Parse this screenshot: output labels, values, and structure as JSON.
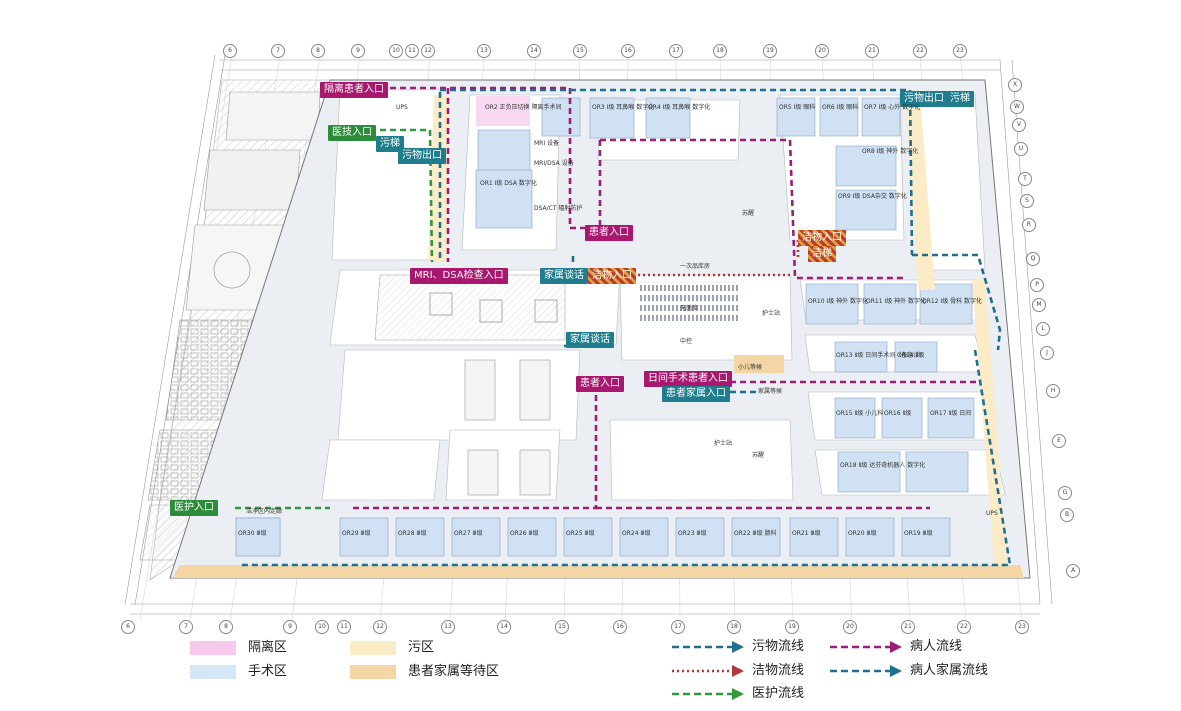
{
  "entrances": {
    "isolation_patient": "隔离患者入口",
    "medical_tech": "医技入口",
    "dirty_exit_left": "污物出口",
    "dirty_lift_left": "污梯",
    "dirty_exit_right": "污物出口",
    "dirty_lift_right": "污梯",
    "mri_dsa": "MRI、DSA检查入口",
    "family_talk_1": "家属谈话",
    "clean_entry_1": "洁物入口",
    "clean_entry_2": "洁物入口",
    "clean_lift": "洁梯",
    "patient_1": "患者入口",
    "family_talk_2": "家属谈话",
    "patient_2": "患者入口",
    "day_surgery": "日间手术患者入口",
    "patient_family": "患者家属入口",
    "staff": "医护入口"
  },
  "rooms": {
    "or5": "OR5 Ⅰ级 眼科",
    "or6": "OR6 Ⅰ级 眼科",
    "or7": "OR7 Ⅰ级 心外 数字化",
    "or8": "OR8 Ⅰ级 神外 数字化",
    "or2": "OR2 正负压切换 隔离手术间",
    "or3": "OR3 Ⅰ级 耳鼻喉 数字化",
    "or4": "OR4 Ⅰ级 耳鼻喉 数字化",
    "mri": "MRI 设备",
    "mri_dsa": "MRI/DSA 设备",
    "dsa_ct": "DSA/CT 辐射防护",
    "or1": "OR1 Ⅰ级 DSA 数字化",
    "or9": "OR9 Ⅰ级 DSA杂交 数字化",
    "or10": "OR10 Ⅰ级 神外 数字化",
    "or11": "OR11 Ⅰ级 神外 数字化",
    "or12": "OR12 Ⅰ级 骨科 数字化",
    "or13": "OR13 Ⅱ级 日间手术间（备急诊）",
    "or14": "OR14 Ⅱ级",
    "or15": "OR15 Ⅱ级 小儿科",
    "or16": "OR16 Ⅱ级",
    "or17": "OR17 Ⅱ级 日间",
    "or18": "OR18 Ⅱ级 达芬奇机器人 数字化",
    "or19": "OR19 Ⅲ级",
    "or20": "OR20 Ⅲ级",
    "or21": "OR21 Ⅲ级",
    "or22": "OR22 Ⅲ级 肠科",
    "or23": "OR23 Ⅲ级",
    "or24": "OR24 Ⅲ级",
    "or25": "OR25 Ⅲ级",
    "or26": "OR26 Ⅲ级",
    "or27": "OR27 Ⅲ级",
    "or28": "OR28 Ⅲ级",
    "or29": "OR29 Ⅲ级",
    "or30": "OR30 Ⅲ级",
    "pacu": "苏醒",
    "nurse_station": "护士站",
    "control": "中控",
    "storage": "一次品库房",
    "linen": "无菌库",
    "child_wait": "小儿等候",
    "family_wait": "家属等候",
    "ups": "UPS",
    "clean_corridor": "洁净区内走廊"
  },
  "legend": {
    "zones": [
      {
        "label": "隔离区",
        "color": "#f7c9ec"
      },
      {
        "label": "手术区",
        "color": "#d5e6f6"
      },
      {
        "label": "污区",
        "color": "#fbebc6"
      },
      {
        "label": "患者家属等待区",
        "color": "#f4d6a4"
      }
    ],
    "flows": [
      {
        "label": "污物流线",
        "color": "#1f6f8e",
        "style": "dash"
      },
      {
        "label": "病人流线",
        "color": "#9c1f75",
        "style": "dash"
      },
      {
        "label": "洁物流线",
        "color": "#b3373a",
        "style": "dot"
      },
      {
        "label": "病人家属流线",
        "color": "#1f6f8e",
        "style": "dash"
      },
      {
        "label": "医护流线",
        "color": "#2e9a3a",
        "style": "dash"
      }
    ]
  },
  "axis_numbers": [
    "6",
    "7",
    "8",
    "9",
    "10",
    "11",
    "12",
    "13",
    "14",
    "15",
    "16",
    "17",
    "18",
    "19",
    "20",
    "21",
    "22",
    "23"
  ],
  "axis_letters": [
    "X",
    "W",
    "V",
    "U",
    "T",
    "S",
    "R",
    "Q",
    "P",
    "M",
    "L",
    "J",
    "H",
    "E",
    "G",
    "B",
    "A"
  ]
}
